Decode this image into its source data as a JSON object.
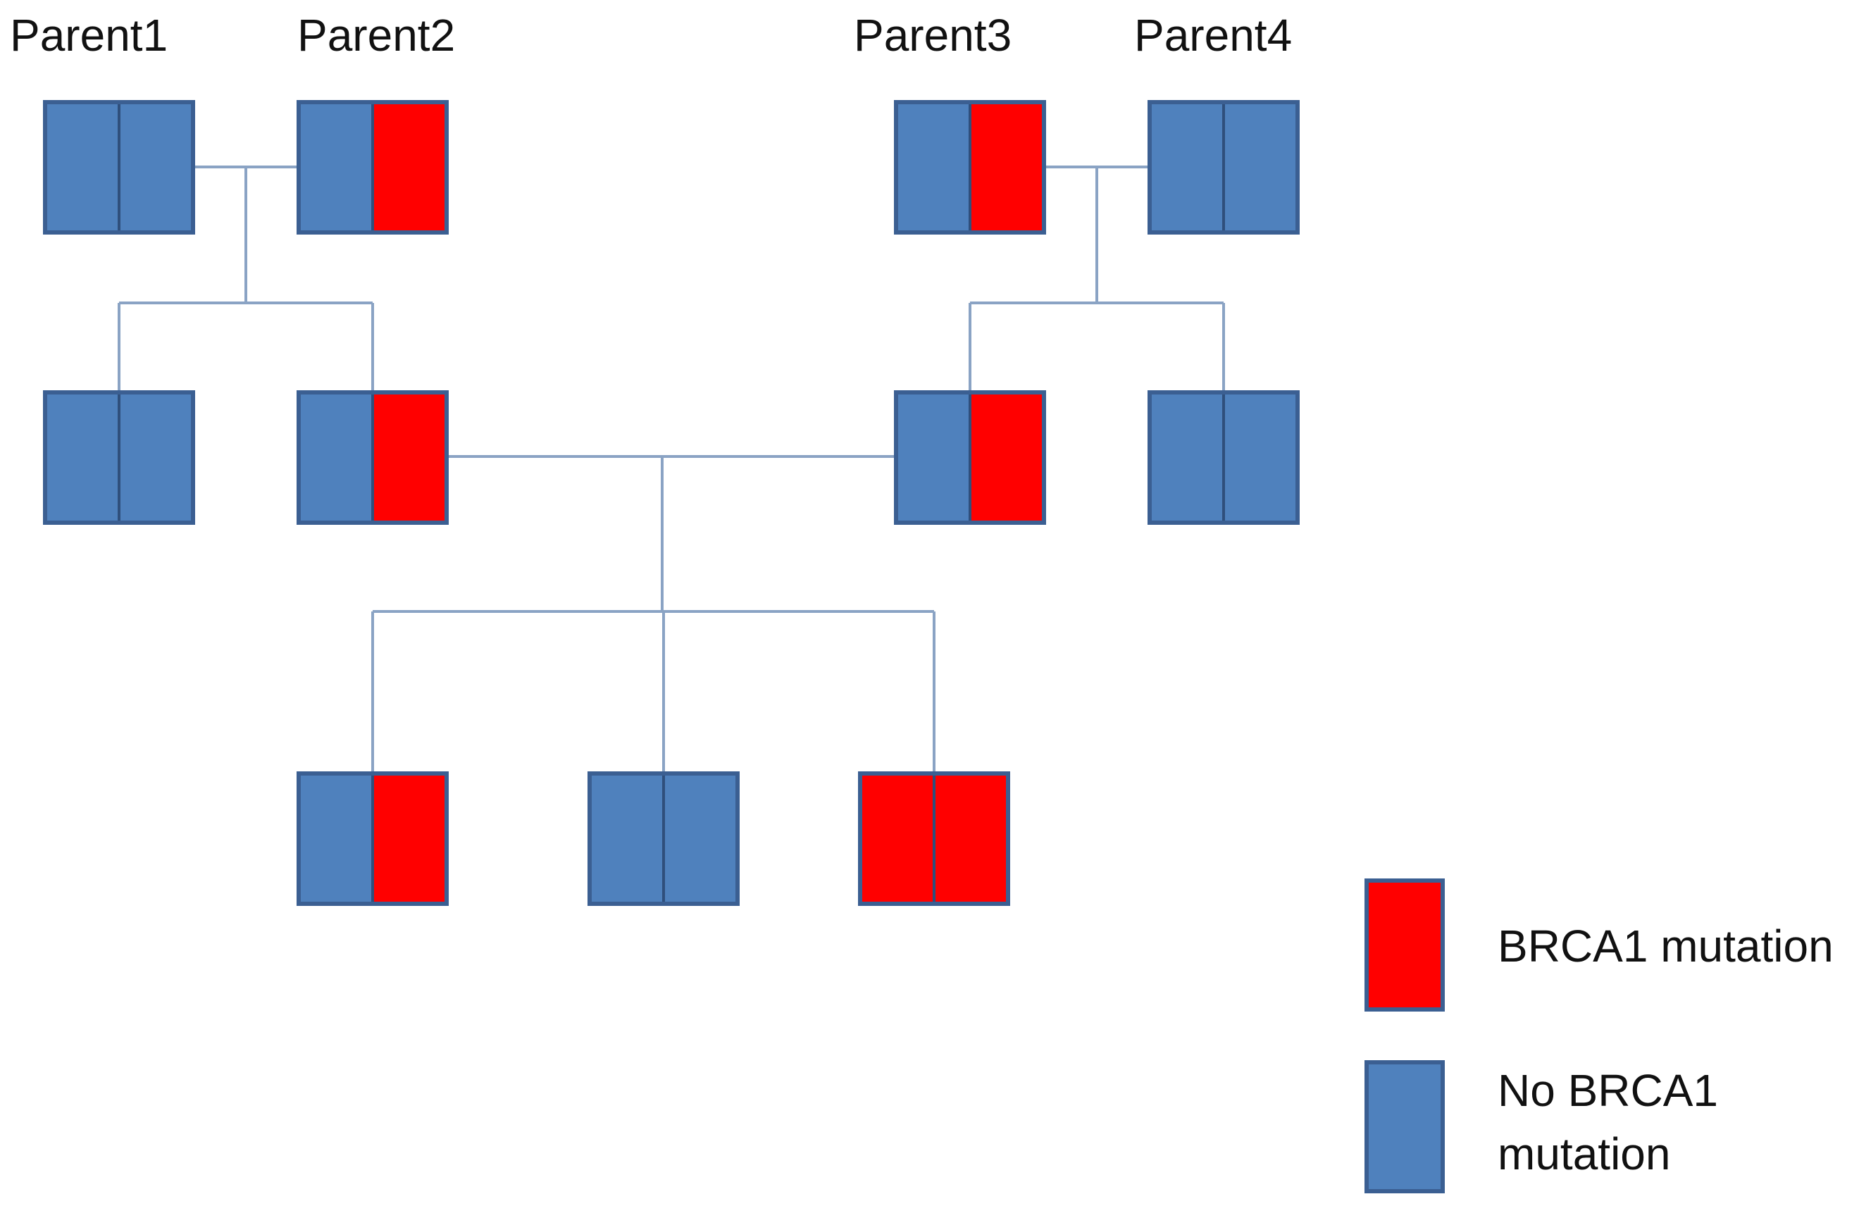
{
  "colors": {
    "mutation": "#ff0000",
    "normal": "#4f81bd",
    "outline": "#3b5f92",
    "line": "#8aa3c4"
  },
  "parents": [
    {
      "id": "p1",
      "label": "Parent1"
    },
    {
      "id": "p2",
      "label": "Parent2"
    },
    {
      "id": "p3",
      "label": "Parent3"
    },
    {
      "id": "p4",
      "label": "Parent4"
    }
  ],
  "individuals": [
    {
      "id": "p1",
      "generation": 1,
      "alleles": [
        "normal",
        "normal"
      ]
    },
    {
      "id": "p2",
      "generation": 1,
      "alleles": [
        "normal",
        "mutation"
      ]
    },
    {
      "id": "p3",
      "generation": 1,
      "alleles": [
        "normal",
        "mutation"
      ]
    },
    {
      "id": "p4",
      "generation": 1,
      "alleles": [
        "normal",
        "normal"
      ]
    },
    {
      "id": "c1",
      "generation": 2,
      "alleles": [
        "normal",
        "normal"
      ]
    },
    {
      "id": "c2",
      "generation": 2,
      "alleles": [
        "normal",
        "mutation"
      ]
    },
    {
      "id": "c3",
      "generation": 2,
      "alleles": [
        "normal",
        "mutation"
      ]
    },
    {
      "id": "c4",
      "generation": 2,
      "alleles": [
        "normal",
        "normal"
      ]
    },
    {
      "id": "g1",
      "generation": 3,
      "alleles": [
        "normal",
        "mutation"
      ]
    },
    {
      "id": "g2",
      "generation": 3,
      "alleles": [
        "normal",
        "normal"
      ]
    },
    {
      "id": "g3",
      "generation": 3,
      "alleles": [
        "mutation",
        "mutation"
      ]
    }
  ],
  "unions": [
    {
      "partners": [
        "p1",
        "p2"
      ],
      "children": [
        "c1",
        "c2"
      ]
    },
    {
      "partners": [
        "p3",
        "p4"
      ],
      "children": [
        "c3",
        "c4"
      ]
    },
    {
      "partners": [
        "c2",
        "c3"
      ],
      "children": [
        "g1",
        "g2",
        "g3"
      ]
    }
  ],
  "legend": {
    "mutation": {
      "lines": [
        "BRCA1 mutation"
      ]
    },
    "normal": {
      "lines": [
        "No BRCA1",
        "mutation"
      ]
    }
  }
}
